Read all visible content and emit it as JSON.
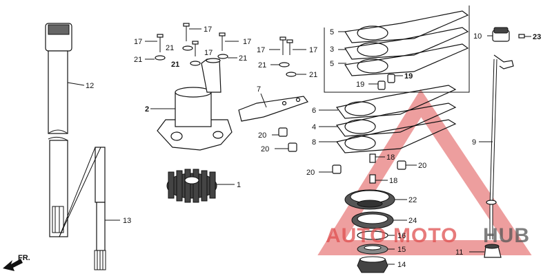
{
  "labels": {
    "p1": "1",
    "p2": "2",
    "p3": "3",
    "p4": "4",
    "p5a": "5",
    "p5b": "5",
    "p6": "6",
    "p7": "7",
    "p8": "8",
    "p9": "9",
    "p10": "10",
    "p11": "11",
    "p12": "12",
    "p13": "13",
    "p14": "14",
    "p15": "15",
    "p16": "16",
    "p17a": "17",
    "p17b": "17",
    "p17c": "17",
    "p17d": "17",
    "p17e": "17",
    "p17f": "17",
    "p18a": "18",
    "p18b": "18",
    "p19a": "19",
    "p19b": "19",
    "p20a": "20",
    "p20b": "20",
    "p20c": "20",
    "p20d": "20",
    "p21a": "21",
    "p21b": "21",
    "p21c": "21",
    "p21d": "21",
    "p21e": "21",
    "p22": "22",
    "p23": "23",
    "p24": "24"
  },
  "direction": "FR.",
  "watermark": {
    "part1": "AUTO",
    "part2": "MOTO",
    "part3": "HUB"
  },
  "colors": {
    "watermark": "#e05050",
    "watermark_dark": "#555555",
    "ink": "#111111"
  }
}
